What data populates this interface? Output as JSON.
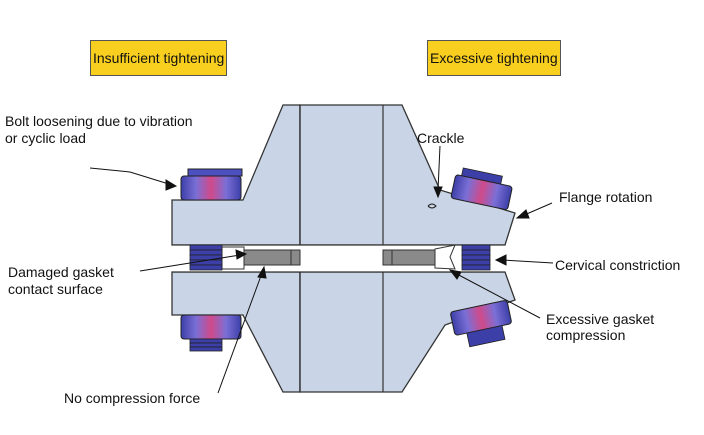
{
  "titles": {
    "left": "Insufficient tightening",
    "right": "Excessive tightening"
  },
  "labels": {
    "bolt_loosening_line1": "Bolt loosening due to vibration",
    "bolt_loosening_line2": "or cyclic load",
    "damaged_gasket_line1": "Damaged gasket",
    "damaged_gasket_line2": "contact surface",
    "no_compression": "No compression force",
    "crackle": "Crackle",
    "flange_rotation": "Flange rotation",
    "cervical_constriction": "Cervical constriction",
    "excessive_compression_line1": "Excessive gasket",
    "excessive_compression_line2": "compression"
  },
  "colors": {
    "flange_fill": "#c9d5e6",
    "outline": "#333333",
    "gasket": "#8a8a8a",
    "bolt_blue": "#4b4fc0",
    "bolt_magenta": "#c24a86",
    "title_bg": "#f9cf1f"
  }
}
